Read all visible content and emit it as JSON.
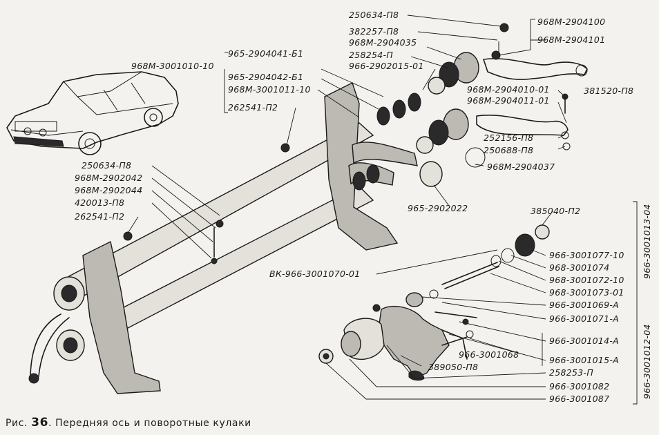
{
  "caption": {
    "prefix": "Рис.",
    "number": "36",
    "text": ". Передняя ось и поворотные кулаки"
  },
  "labels": {
    "l_250634_top": "250634-П8",
    "l_382257": "382257-П8",
    "l_2904035": "968М-2904035",
    "l_258254": "258254-П",
    "l_2902015": "966-2902015-01",
    "l_2904100": "968М-2904100",
    "l_2904101": "968М-2904101",
    "l_3001010": "968М-3001010-10",
    "l_2904041": "965-2904041-Б1",
    "l_2904042": "965-2904042-Б1",
    "l_3001011": "968М-3001011-10",
    "l_262541_top": "262541-П2",
    "l_2904010": "968М-2904010-01",
    "l_2904011": "968М-2904011-01",
    "l_381520": "381520-П8",
    "l_252156": "252156-П8",
    "l_250688": "250688-П8",
    "l_2904037": "968М-2904037",
    "l_2902022": "965-2902022",
    "l_250634_mid": "250634-П8",
    "l_2902042": "968М-2902042",
    "l_2902044": "968М-2902044",
    "l_420013": "420013-П8",
    "l_262541_mid": "262541-П2",
    "l_385040": "385040-П2",
    "l_3001070": "ВК-966-3001070-01",
    "l_3001077": "966-3001077-10",
    "l_3001074": "968-3001074",
    "l_3001072": "968-3001072-10",
    "l_3001073": "968-3001073-01",
    "l_3001069": "966-3001069-А",
    "l_3001071": "966-3001071-А",
    "l_3001014": "966-3001014-А",
    "l_3001015": "966-3001015-А",
    "l_3001068": "966-3001068",
    "l_389050": "389050-П8",
    "l_258253": "258253-П",
    "l_3001082": "966-3001082",
    "l_3001087": "966-3001087",
    "v_3001013": "966-3001013-04",
    "v_3001012": "966-3001012-04"
  },
  "colors": {
    "ink": "#1a1a1a",
    "paper": "#f4f2ee"
  }
}
